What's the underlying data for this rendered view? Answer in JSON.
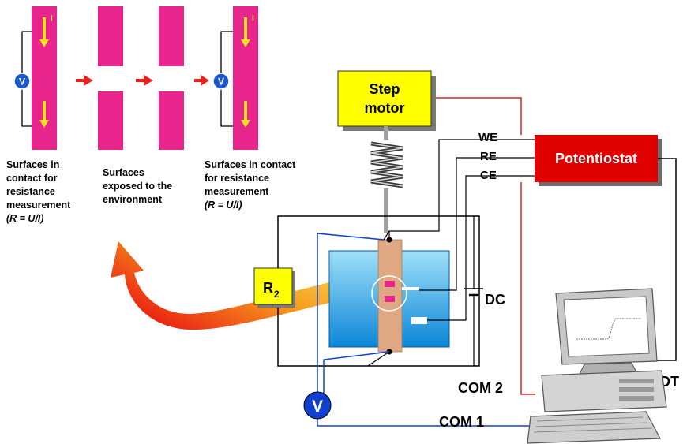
{
  "top_captions": {
    "left": [
      "Surfaces in",
      "contact for",
      "resistance",
      "measurement"
    ],
    "left_formula": "(R = U/I)",
    "middle": [
      "Surfaces",
      "exposed to the",
      "environment"
    ],
    "right": [
      "Surfaces in contact",
      "for resistance",
      "measurement"
    ],
    "right_formula": "(R = U/I)"
  },
  "symbols": {
    "voltmeter": "V",
    "current": "I"
  },
  "step_motor": [
    "Step",
    "motor"
  ],
  "potentiostat": "Potentiostat",
  "electrodes": {
    "we": "WE",
    "re": "RE",
    "ce": "CE"
  },
  "resistor": {
    "main": "R",
    "sub": "2"
  },
  "dc_label": "DC",
  "ports": {
    "com2": "COM 2",
    "com1": "COM 1",
    "dt": "DT"
  },
  "colors": {
    "magenta": "#e8258c",
    "yellow": "#ffff00",
    "red_box": "#e00000",
    "red_line": "#e02020",
    "blue_line": "#1040d0",
    "water": "#1aa8e0",
    "specimen": "#e0a882",
    "computer_grey": "#cfcfcf"
  }
}
